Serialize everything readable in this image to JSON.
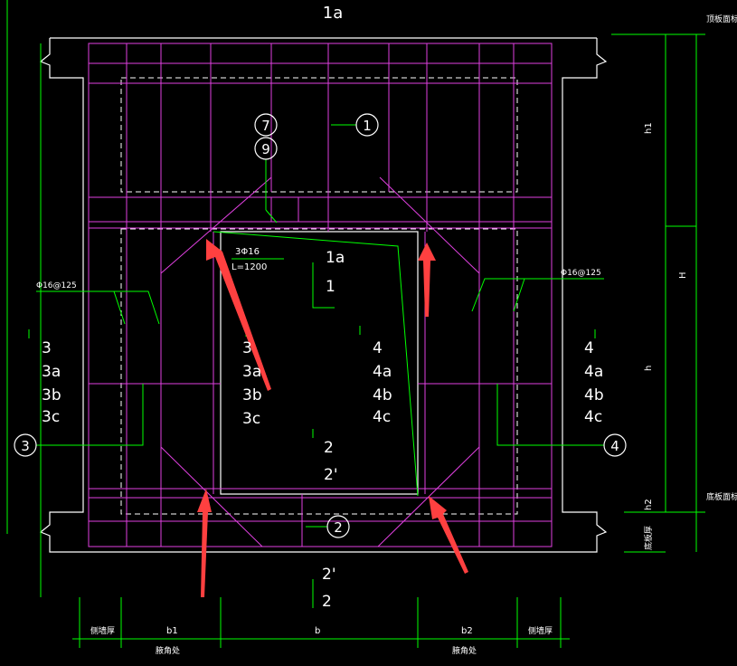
{
  "labels": {
    "top_title": "1a",
    "dim_right_top": "顶板面标",
    "dim_right_bottom": "底板面标",
    "dim_h1": "h1",
    "dim_H": "H",
    "dim_h": "h",
    "dim_h2": "h2",
    "dim_bottom_thick": "底板厚",
    "callout_7": "7",
    "callout_9": "9",
    "callout_1": "1",
    "callout_2": "2",
    "callout_3": "3",
    "callout_4": "4",
    "bar_3phi16": "3Φ16",
    "bar_L1200": "L=1200",
    "bar_left_spec": "Φ16@125",
    "bar_right_spec": "Φ16@125",
    "center_1a": "1a",
    "center_1": "1",
    "left_3": "3",
    "left_3a": "3a",
    "left_3b": "3b",
    "left_3c": "3c",
    "mid_left_3": "3",
    "mid_left_3a": "3a",
    "mid_left_3b": "3b",
    "mid_left_3c": "3c",
    "mid_right_4": "4",
    "mid_right_4a": "4a",
    "mid_right_4b": "4b",
    "mid_right_4c": "4c",
    "right_4": "4",
    "right_4a": "4a",
    "right_4b": "4b",
    "right_4c": "4c",
    "center_2": "2",
    "center_2p": "2'",
    "bottom_2p": "2'",
    "bottom_2": "2",
    "dim_wall_left": "侧墙厚",
    "dim_b1": "b1",
    "dim_b": "b",
    "dim_b2": "b2",
    "dim_wall_right": "侧墙厚",
    "dim_haunch_left": "腋角处",
    "dim_haunch_right": "腋角处"
  },
  "colors": {
    "background": "#000000",
    "rebar": "#e040e0",
    "concrete": "#ffffff",
    "leader": "#00ff00",
    "arrow": "#ff4040"
  }
}
